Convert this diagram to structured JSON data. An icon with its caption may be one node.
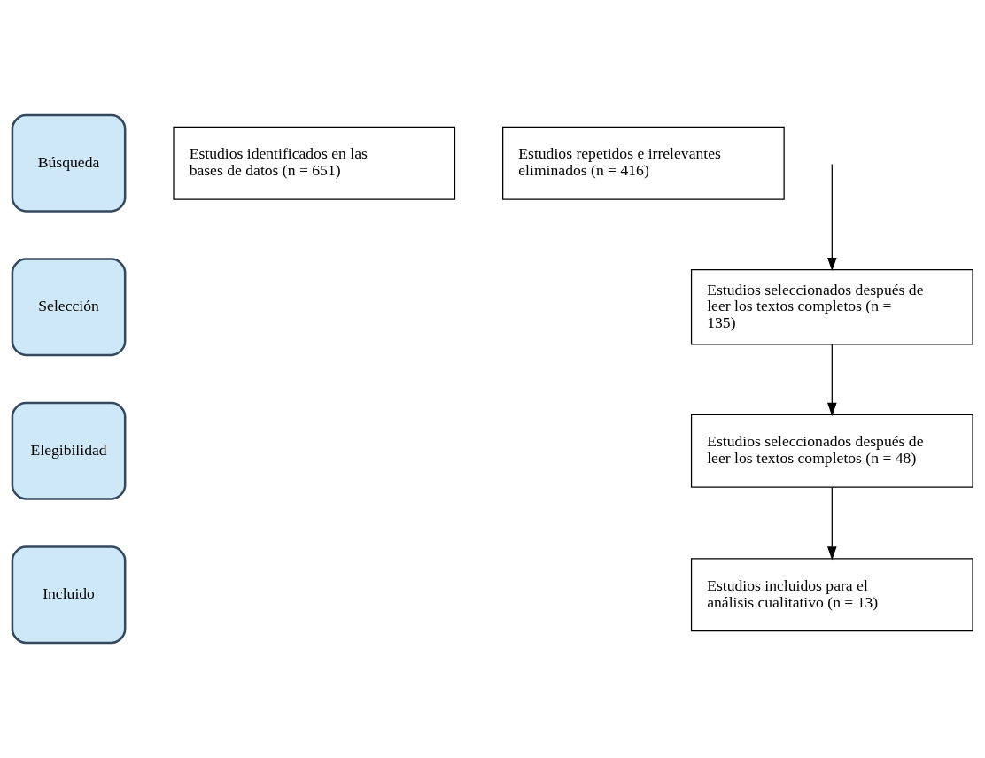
{
  "diagram": {
    "nodes": [
      {
        "text": [
          "Búsqueda"
        ]
      },
      {
        "text": [
          "Selección"
        ]
      },
      {
        "text": [
          "Elegibilidad"
        ]
      },
      {
        "text": [
          "Incluido"
        ]
      },
      {
        "text": [
          "Estudios identificados en las bases de datos (n = 651)"
        ]
      },
      {
        "text": [
          "Estudios repetidos e irrelevantes eliminados (n = 416)"
        ]
      },
      {
        "text": [
          "Estudios seleccionados después de leer los textos completos (n = 135)"
        ]
      },
      {
        "text": [
          "Estudios seleccionados después de leer los textos completos (n = 48)"
        ]
      },
      {
        "text": [
          "Estudios incluidos para el análisis cualitativo (n = 13)"
        ]
      }
    ],
    "edges": [
      {
        "from": null,
        "to": 6,
        "arrow": "to"
      },
      {
        "from": 6,
        "to": 7,
        "arrow": "to"
      },
      {
        "from": 7,
        "to": 8,
        "arrow": "to"
      }
    ]
  }
}
